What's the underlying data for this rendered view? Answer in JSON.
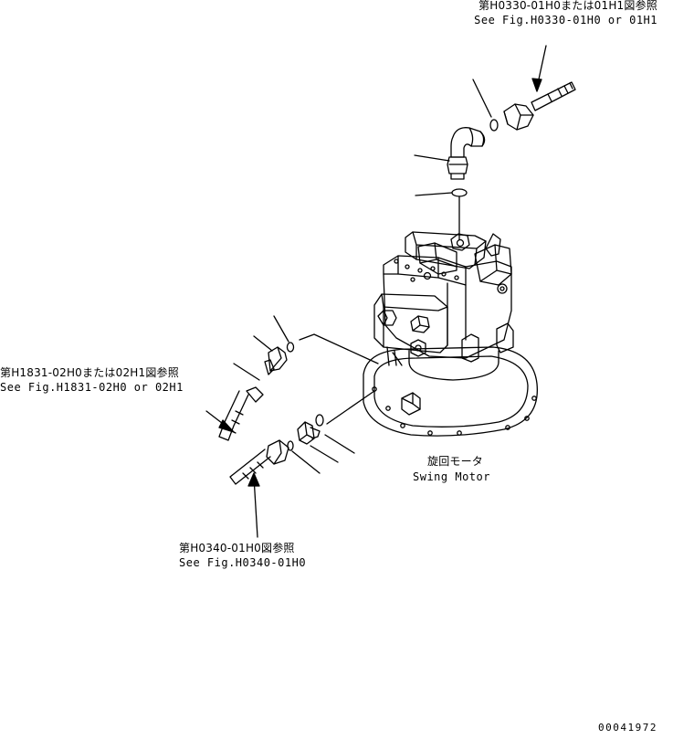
{
  "callouts": {
    "top_right": {
      "ja": "第H0330-01H0または01H1図参照",
      "en": "See Fig.H0330-01H0 or 01H1"
    },
    "left": {
      "ja": "第H1831-02H0または02H1図参照",
      "en": "See Fig.H1831-02H0 or 02H1"
    },
    "bottom": {
      "ja": "第H0340-01H0図参照",
      "en": "See Fig.H0340-01H0"
    }
  },
  "component": {
    "ja": "旋回モータ",
    "en": "Swing Motor"
  },
  "drawing_number": "00041972"
}
